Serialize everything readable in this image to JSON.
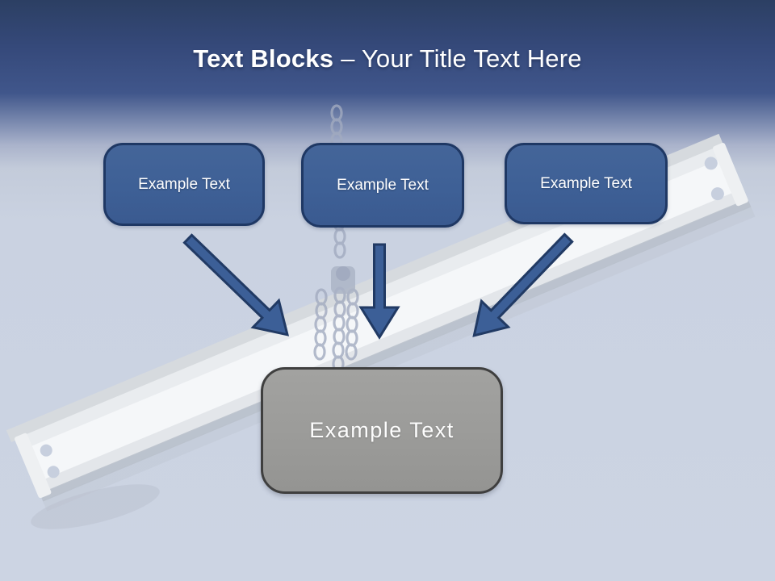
{
  "title": {
    "bold": "Text Blocks",
    "rest": "– Your Title Text Here"
  },
  "blocks": [
    {
      "label": "Example Text"
    },
    {
      "label": "Example Text"
    },
    {
      "label": "Example Text"
    }
  ],
  "result": {
    "label": "Example Text"
  },
  "watermark": {
    "name": "steel-beam-chain-hoist-image"
  },
  "colors": {
    "header_top": "#2c3f63",
    "header_mid": "#40568b",
    "body_bg": "#cad2e1",
    "block_fill": "#3e6096",
    "block_border": "#1f3864",
    "arrow_fill": "#3c5f97",
    "arrow_outline": "#213a64",
    "result_fill": "#9b9b99",
    "result_border": "#3f3f3f",
    "title_color": "#ffffff"
  }
}
